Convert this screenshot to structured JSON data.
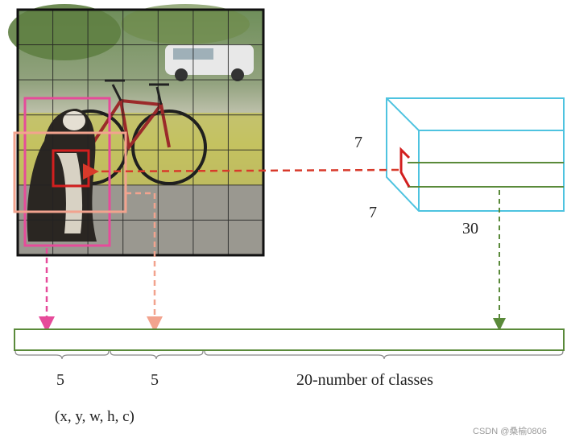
{
  "colors": {
    "grid_image_frame": "#111111",
    "bbox_pink": "#e64b9a",
    "bbox_salmon": "#f2a38e",
    "cell_red": "#d21f1f",
    "cube_cyan": "#4ec3e0",
    "vector_green": "#5a8a3a",
    "arrow_red": "#d83a2b",
    "arrow_pink": "#e64b9a",
    "arrow_salmon": "#f2a38e",
    "arrow_green": "#5a8a3a"
  },
  "image": {
    "description_icon": "photo-dog-bicycle",
    "grid_rows": 7,
    "grid_cols": 7
  },
  "tensor": {
    "height_label": "7",
    "width_label": "7",
    "depth_label": "30"
  },
  "vector": {
    "segment_1_label": "5",
    "segment_2_label": "5",
    "segment_3_label": "20-number of classes",
    "bbox_params_label": "(x, y, w, h, c)"
  },
  "watermark": "CSDN @桑榆0806"
}
